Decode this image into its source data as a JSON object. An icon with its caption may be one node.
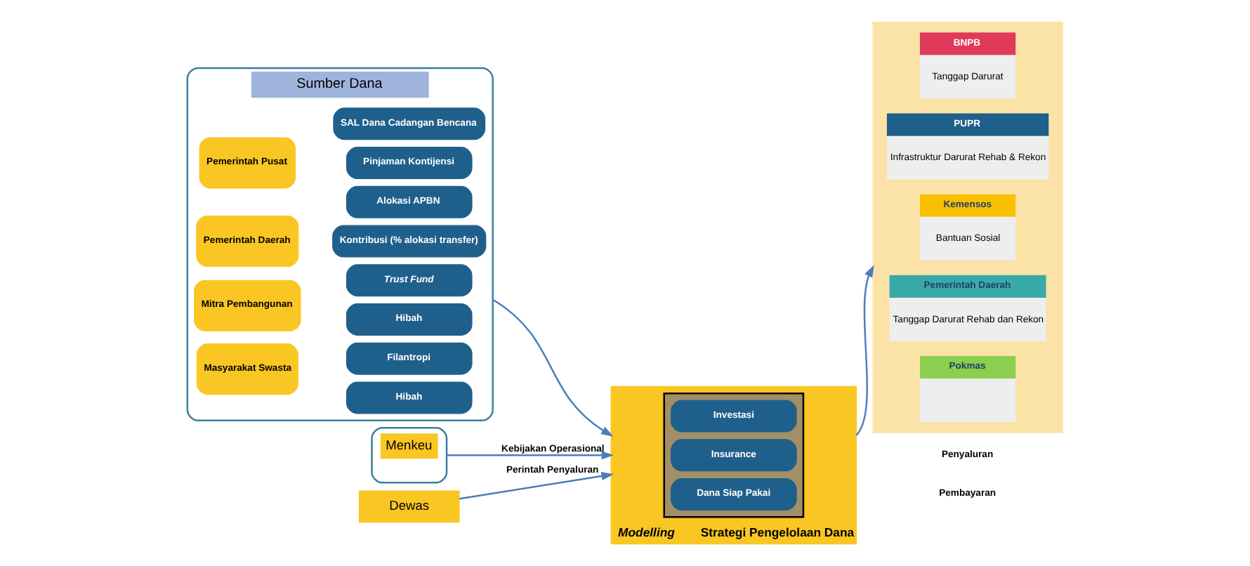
{
  "diagram": {
    "nodes": [
      {
        "text": [
          "Sumber Dana"
        ]
      },
      {
        "text": [
          "Pemerintah Pusat"
        ],
        "in": 0
      },
      {
        "text": [
          "Alokasi APBN"
        ],
        "in": 0
      },
      {
        "text": [
          "SAL Dana Cadangan Bencana"
        ],
        "in": 0
      },
      {
        "text": [
          "Pinjaman Kontijensi"
        ],
        "in": 0
      },
      {
        "text": [
          "Pemerintah Daerah"
        ],
        "in": 0
      },
      {
        "text": [
          "Kontribusi (% alokasi transfer)"
        ],
        "in": 0
      },
      {
        "text": [
          "Mitra Pembangunan"
        ],
        "in": 0
      },
      {
        "text": [
          "Trust Fund"
        ],
        "in": 0
      },
      {
        "text": [
          "Hibah"
        ],
        "in": 0
      },
      {
        "text": [
          "Masyarakat Swasta"
        ],
        "in": 0
      },
      {
        "text": [
          "Filantropi"
        ],
        "in": 0
      },
      {
        "text": [
          "Hibah"
        ],
        "in": 0
      },
      {
        "text": [
          "Menkeu"
        ]
      },
      {
        "text": [
          "Dewas"
        ]
      },
      {
        "text": [
          "Modelling",
          "Strategi Pengelolaan Dana"
        ]
      },
      {
        "text": [],
        "shape": "box",
        "in": 15
      },
      {
        "text": [
          "Investasi"
        ],
        "in": 16
      },
      {
        "text": [
          "Insurance"
        ],
        "in": 16
      },
      {
        "text": [
          "Dana Siap Pakai"
        ],
        "in": 16
      },
      {
        "text": [],
        "shape": "box"
      },
      {
        "text": [
          "BNPB",
          "Tanggap Darurat"
        ],
        "in": 20
      },
      {
        "text": [
          "PUPR",
          "Infrastruktur Darurat Rehab & Rekon"
        ],
        "in": 20
      },
      {
        "text": [
          "Kemensos",
          "Bantuan Sosial"
        ],
        "in": 20
      },
      {
        "text": [
          "Pemerintah Daerah",
          "Tanggap Darurat Rehab dan Rekon"
        ],
        "in": 20
      },
      {
        "text": [
          "Pokmas"
        ],
        "in": 20
      }
    ],
    "edges": [
      {
        "from": 0,
        "to": 15,
        "arrow": "to"
      },
      {
        "from": 13,
        "to": 15,
        "label": "Kebijakan Operasional",
        "arrow": "to"
      },
      {
        "from": 14,
        "to": 15,
        "label": "Perintah Penyaluran",
        "arrow": "to"
      },
      {
        "from": 15,
        "to": 20,
        "arrow": "to"
      }
    ],
    "labels": [
      "Penyaluran",
      "Pembayaran"
    ]
  }
}
